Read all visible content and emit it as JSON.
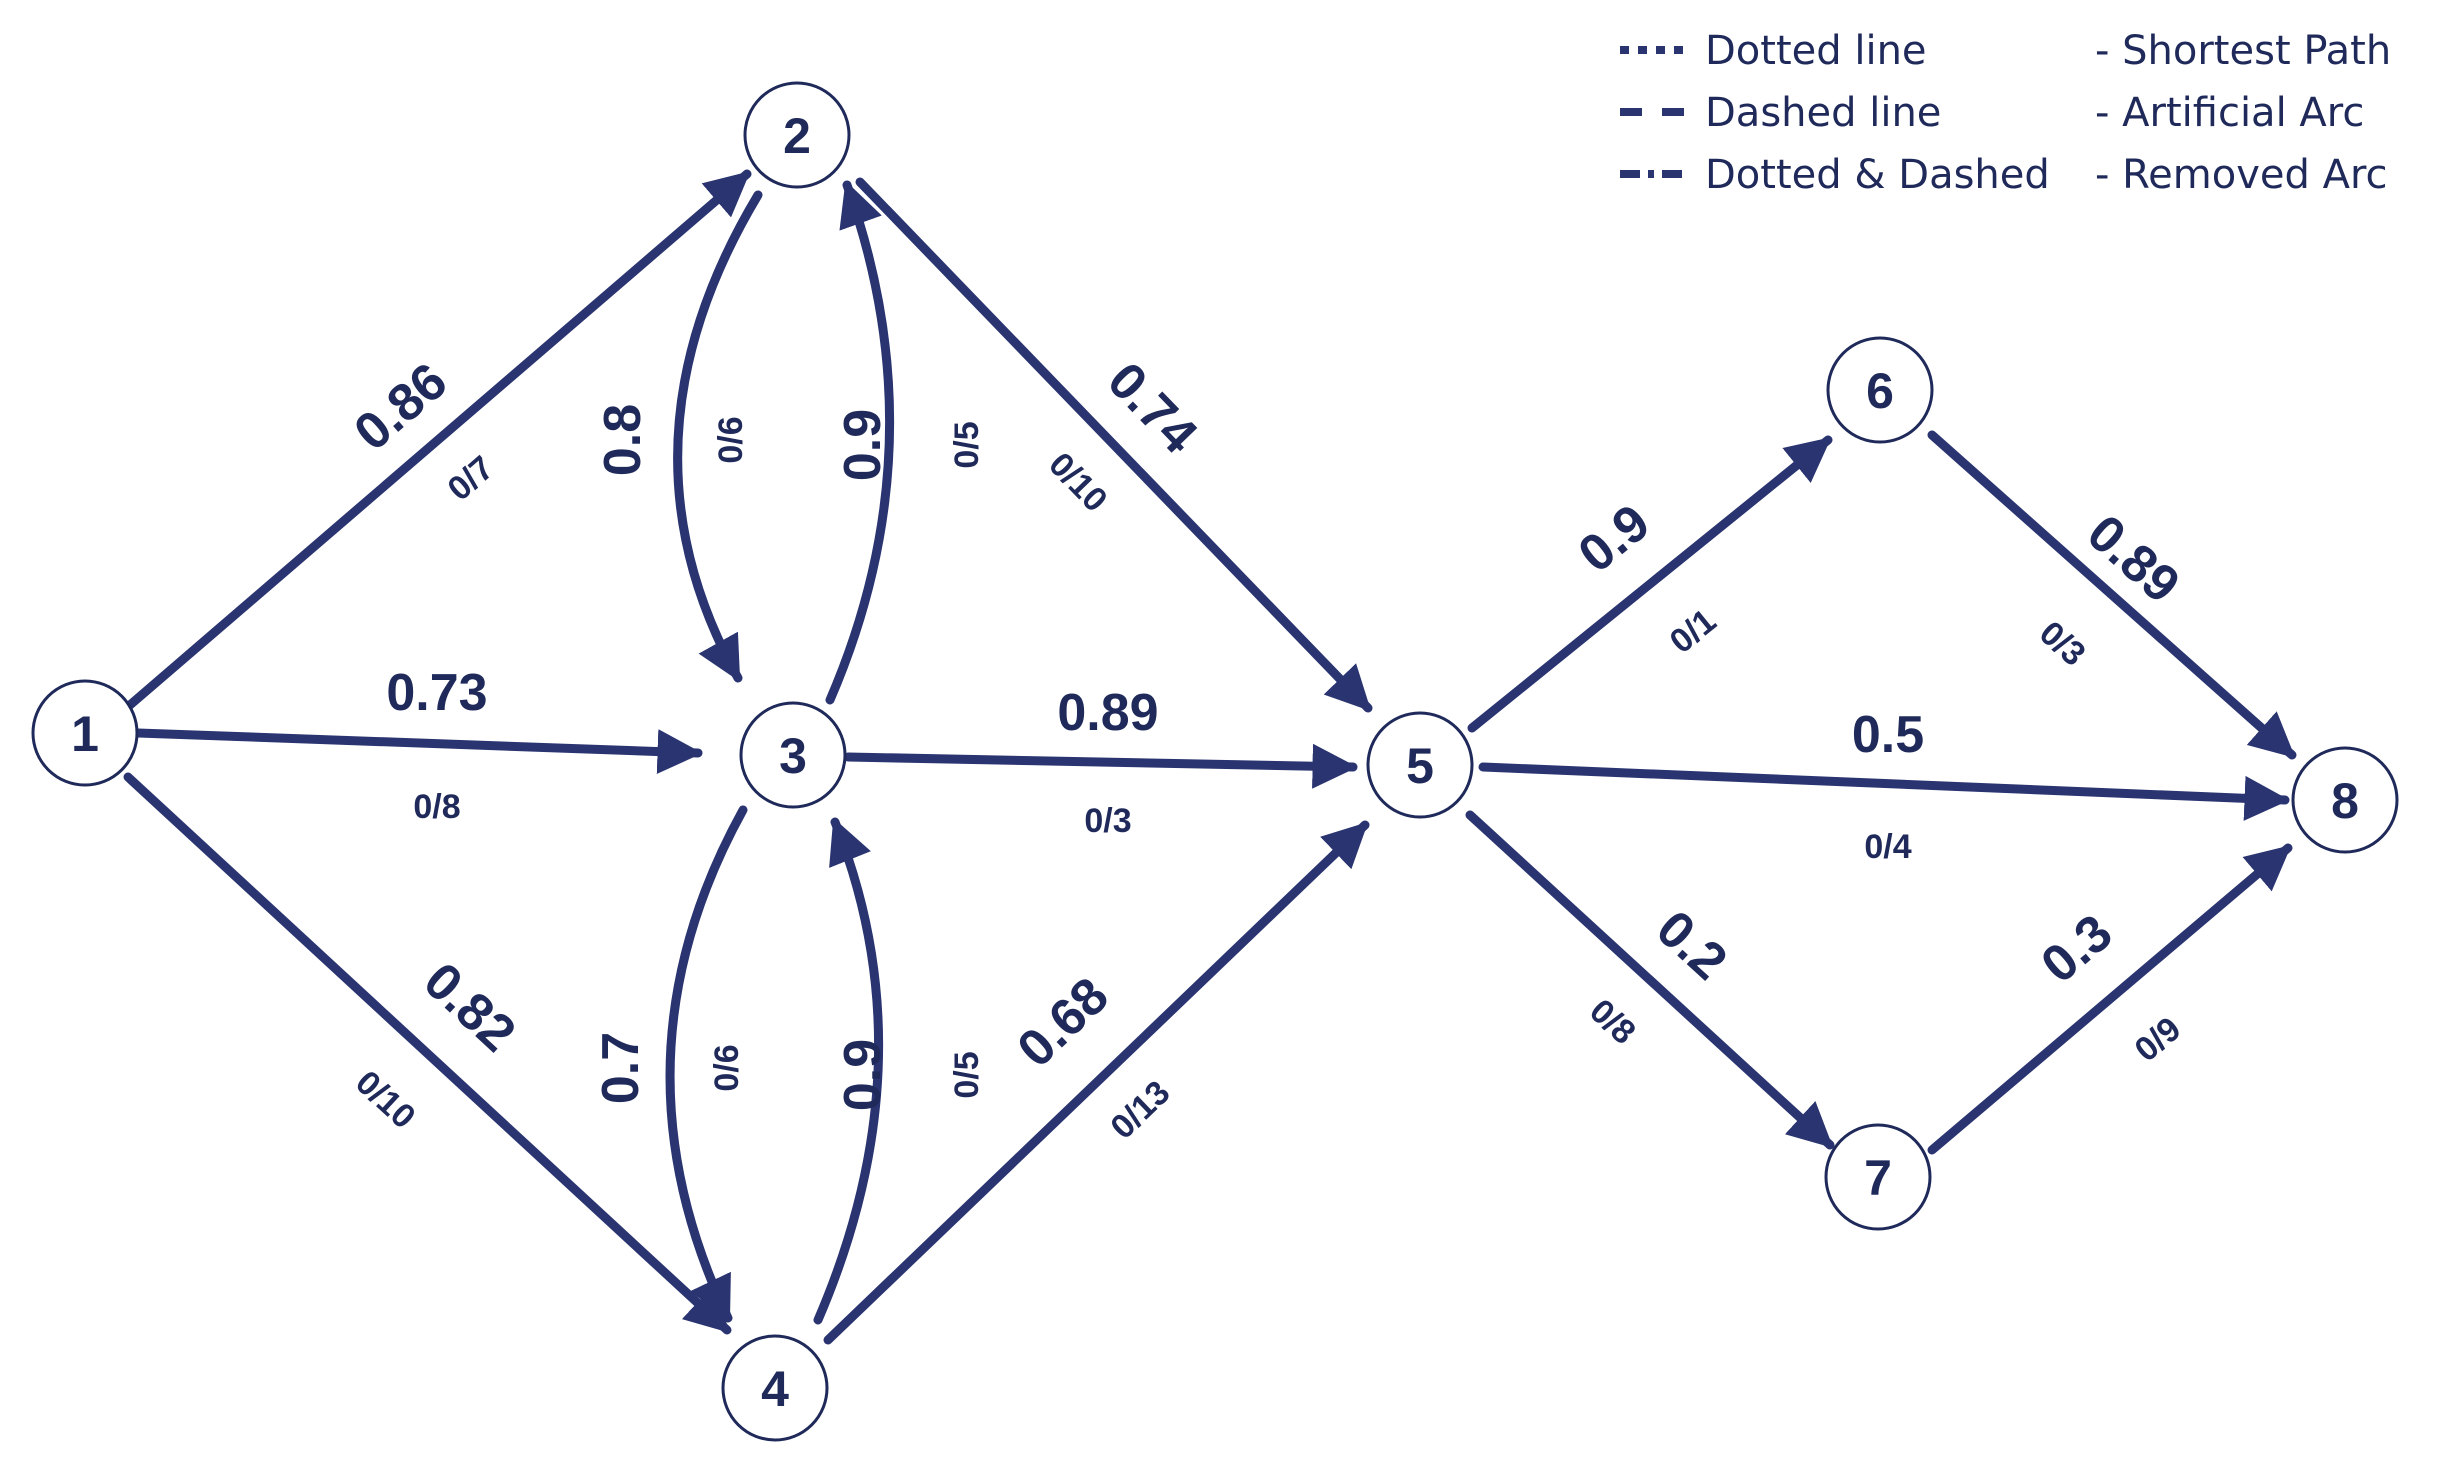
{
  "diagram": {
    "nodes": [
      {
        "id": "1",
        "label": "1"
      },
      {
        "id": "2",
        "label": "2"
      },
      {
        "id": "3",
        "label": "3"
      },
      {
        "id": "4",
        "label": "4"
      },
      {
        "id": "5",
        "label": "5"
      },
      {
        "id": "6",
        "label": "6"
      },
      {
        "id": "7",
        "label": "7"
      },
      {
        "id": "8",
        "label": "8"
      }
    ],
    "arcs": [
      {
        "id": "1-2",
        "from": "1",
        "to": "2",
        "weight": "0.86",
        "flow": "0/7"
      },
      {
        "id": "1-3",
        "from": "1",
        "to": "3",
        "weight": "0.73",
        "flow": "0/8"
      },
      {
        "id": "1-4",
        "from": "1",
        "to": "4",
        "weight": "0.82",
        "flow": "0/10"
      },
      {
        "id": "2-3",
        "from": "2",
        "to": "3",
        "weight": "0.8",
        "flow": "0/6"
      },
      {
        "id": "3-2",
        "from": "3",
        "to": "2",
        "weight": "0.9",
        "flow": "0/5"
      },
      {
        "id": "2-5",
        "from": "2",
        "to": "5",
        "weight": "0.74",
        "flow": "0/10"
      },
      {
        "id": "3-5",
        "from": "3",
        "to": "5",
        "weight": "0.89",
        "flow": "0/3"
      },
      {
        "id": "3-4",
        "from": "3",
        "to": "4",
        "weight": "0.7",
        "flow": "0/6"
      },
      {
        "id": "4-3",
        "from": "4",
        "to": "3",
        "weight": "0.9",
        "flow": "0/5"
      },
      {
        "id": "4-5",
        "from": "4",
        "to": "5",
        "weight": "0.68",
        "flow": "0/13"
      },
      {
        "id": "5-6",
        "from": "5",
        "to": "6",
        "weight": "0.9",
        "flow": "0/1"
      },
      {
        "id": "5-8",
        "from": "5",
        "to": "8",
        "weight": "0.5",
        "flow": "0/4"
      },
      {
        "id": "5-7",
        "from": "5",
        "to": "7",
        "weight": "0.2",
        "flow": "0/8"
      },
      {
        "id": "6-8",
        "from": "6",
        "to": "8",
        "weight": "0.89",
        "flow": "0/3"
      },
      {
        "id": "7-8",
        "from": "7",
        "to": "8",
        "weight": "0.3",
        "flow": "0/9"
      }
    ]
  },
  "legend": [
    {
      "style": "Dotted line",
      "meaning": "- Shortest Path"
    },
    {
      "style": "Dashed line",
      "meaning": "- Artificial Arc"
    },
    {
      "style": "Dotted & Dashed",
      "meaning": "- Removed Arc"
    }
  ],
  "colors": {
    "ink": "#1f2a5a",
    "arc": "#2a3470"
  }
}
